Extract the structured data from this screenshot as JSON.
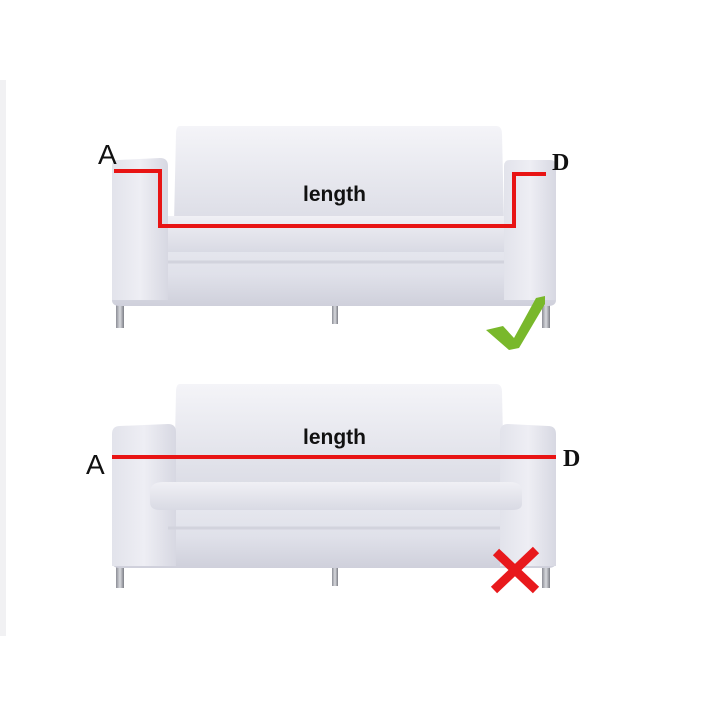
{
  "colors": {
    "measure_line": "#e81414",
    "check": "#79b82b",
    "cross": "#e8191c",
    "sofa_face": "#e6e7ee",
    "sofa_shadow": "#cdced9"
  },
  "correct_example": {
    "start_label": "A",
    "end_label": "D",
    "measure_label": "length",
    "verdict_icon": "check-icon"
  },
  "incorrect_example": {
    "start_label": "A",
    "end_label": "D",
    "measure_label": "length",
    "verdict_icon": "cross-icon"
  }
}
